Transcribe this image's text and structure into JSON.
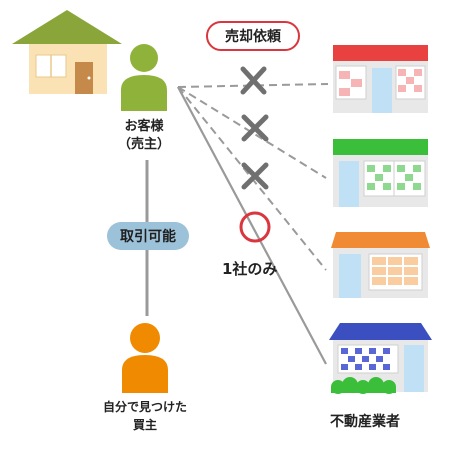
{
  "customer": {
    "name": "お客様",
    "role": "（売主）"
  },
  "request_badge": "売却依頼",
  "trade_badge": "取引可能",
  "only_one": "1社のみ",
  "buyer": {
    "line1": "自分で見つけた",
    "line2": "買主"
  },
  "agents_label": "不動産業者",
  "connections": [
    {
      "target": "agent-1",
      "status": "rejected",
      "mark": "cross"
    },
    {
      "target": "agent-2",
      "status": "rejected",
      "mark": "cross"
    },
    {
      "target": "agent-3",
      "status": "rejected",
      "mark": "cross"
    },
    {
      "target": "agent-4",
      "status": "allowed",
      "mark": "circle"
    }
  ],
  "colors": {
    "customer": "#8fb33a",
    "buyer": "#f08a00",
    "roof_house": "#8aa63a",
    "cross": "#707070",
    "circle": "#d9363e",
    "agent_roofs": [
      "#e8413f",
      "#3bbf3b",
      "#f08a35",
      "#3b4fc0"
    ]
  }
}
